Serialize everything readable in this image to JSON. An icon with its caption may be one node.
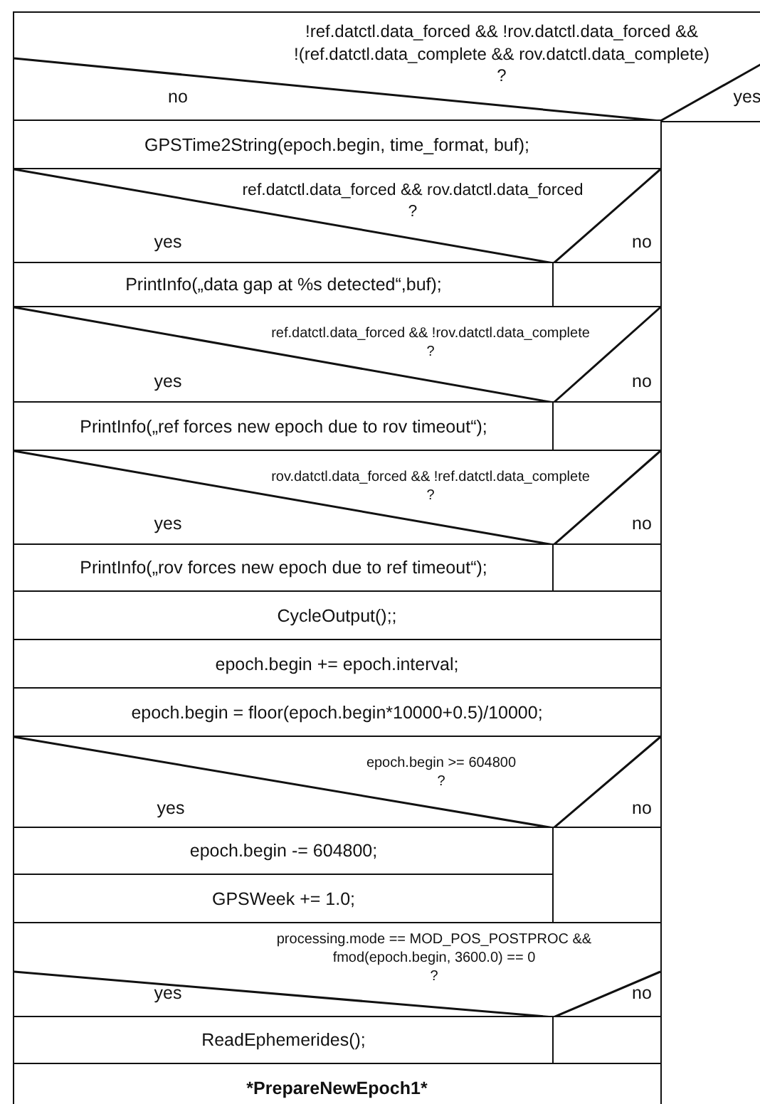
{
  "diagram": {
    "nodes": [
      {
        "text": [
          "!ref.datctl.data_forced && !rov.datctl.data_forced && !(ref.datctl.data_complete && rov.datctl.data_complete)",
          "?",
          "no",
          "yes"
        ]
      },
      {
        "text": [
          "GPSTime2String(epoch.begin, time_format, buf);"
        ]
      },
      {
        "text": [
          "ref.datctl.data_forced && rov.datctl.data_forced",
          "?",
          "yes",
          "no"
        ]
      },
      {
        "text": [
          "PrintInfo(„data gap at %s detected“,buf);"
        ]
      },
      {
        "text": [],
        "shape": "box"
      },
      {
        "text": [
          "ref.datctl.data_forced && !rov.datctl.data_complete",
          "?",
          "yes",
          "no"
        ]
      },
      {
        "text": [
          "PrintInfo(„ref forces new epoch due to rov timeout“);"
        ]
      },
      {
        "text": [],
        "shape": "box"
      },
      {
        "text": [
          "rov.datctl.data_forced && !ref.datctl.data_complete",
          "?",
          "yes",
          "no"
        ]
      },
      {
        "text": [
          "PrintInfo(„rov forces new epoch due to ref timeout“);"
        ]
      },
      {
        "text": [],
        "shape": "box"
      },
      {
        "text": [
          "CycleOutput();;"
        ]
      },
      {
        "text": [
          "epoch.begin += epoch.interval;"
        ]
      },
      {
        "text": [
          "epoch.begin = floor(epoch.begin*10000+0.5)/10000;"
        ]
      },
      {
        "text": [
          "epoch.begin >= 604800",
          "?",
          "yes",
          "no"
        ]
      },
      {
        "text": [
          "epoch.begin -= 604800;"
        ]
      },
      {
        "text": [
          "GPSWeek += 1.0;"
        ]
      },
      {
        "text": [],
        "shape": "box"
      },
      {
        "text": [
          "processing.mode == MOD_POS_POSTPROC && fmod(epoch.begin, 3600.0) == 0",
          "?",
          "yes",
          "no"
        ]
      },
      {
        "text": [
          "ReadEphemerides();"
        ]
      },
      {
        "text": [],
        "shape": "box"
      },
      {
        "text": [
          "*PrepareNewEpoch1*"
        ]
      }
    ]
  }
}
